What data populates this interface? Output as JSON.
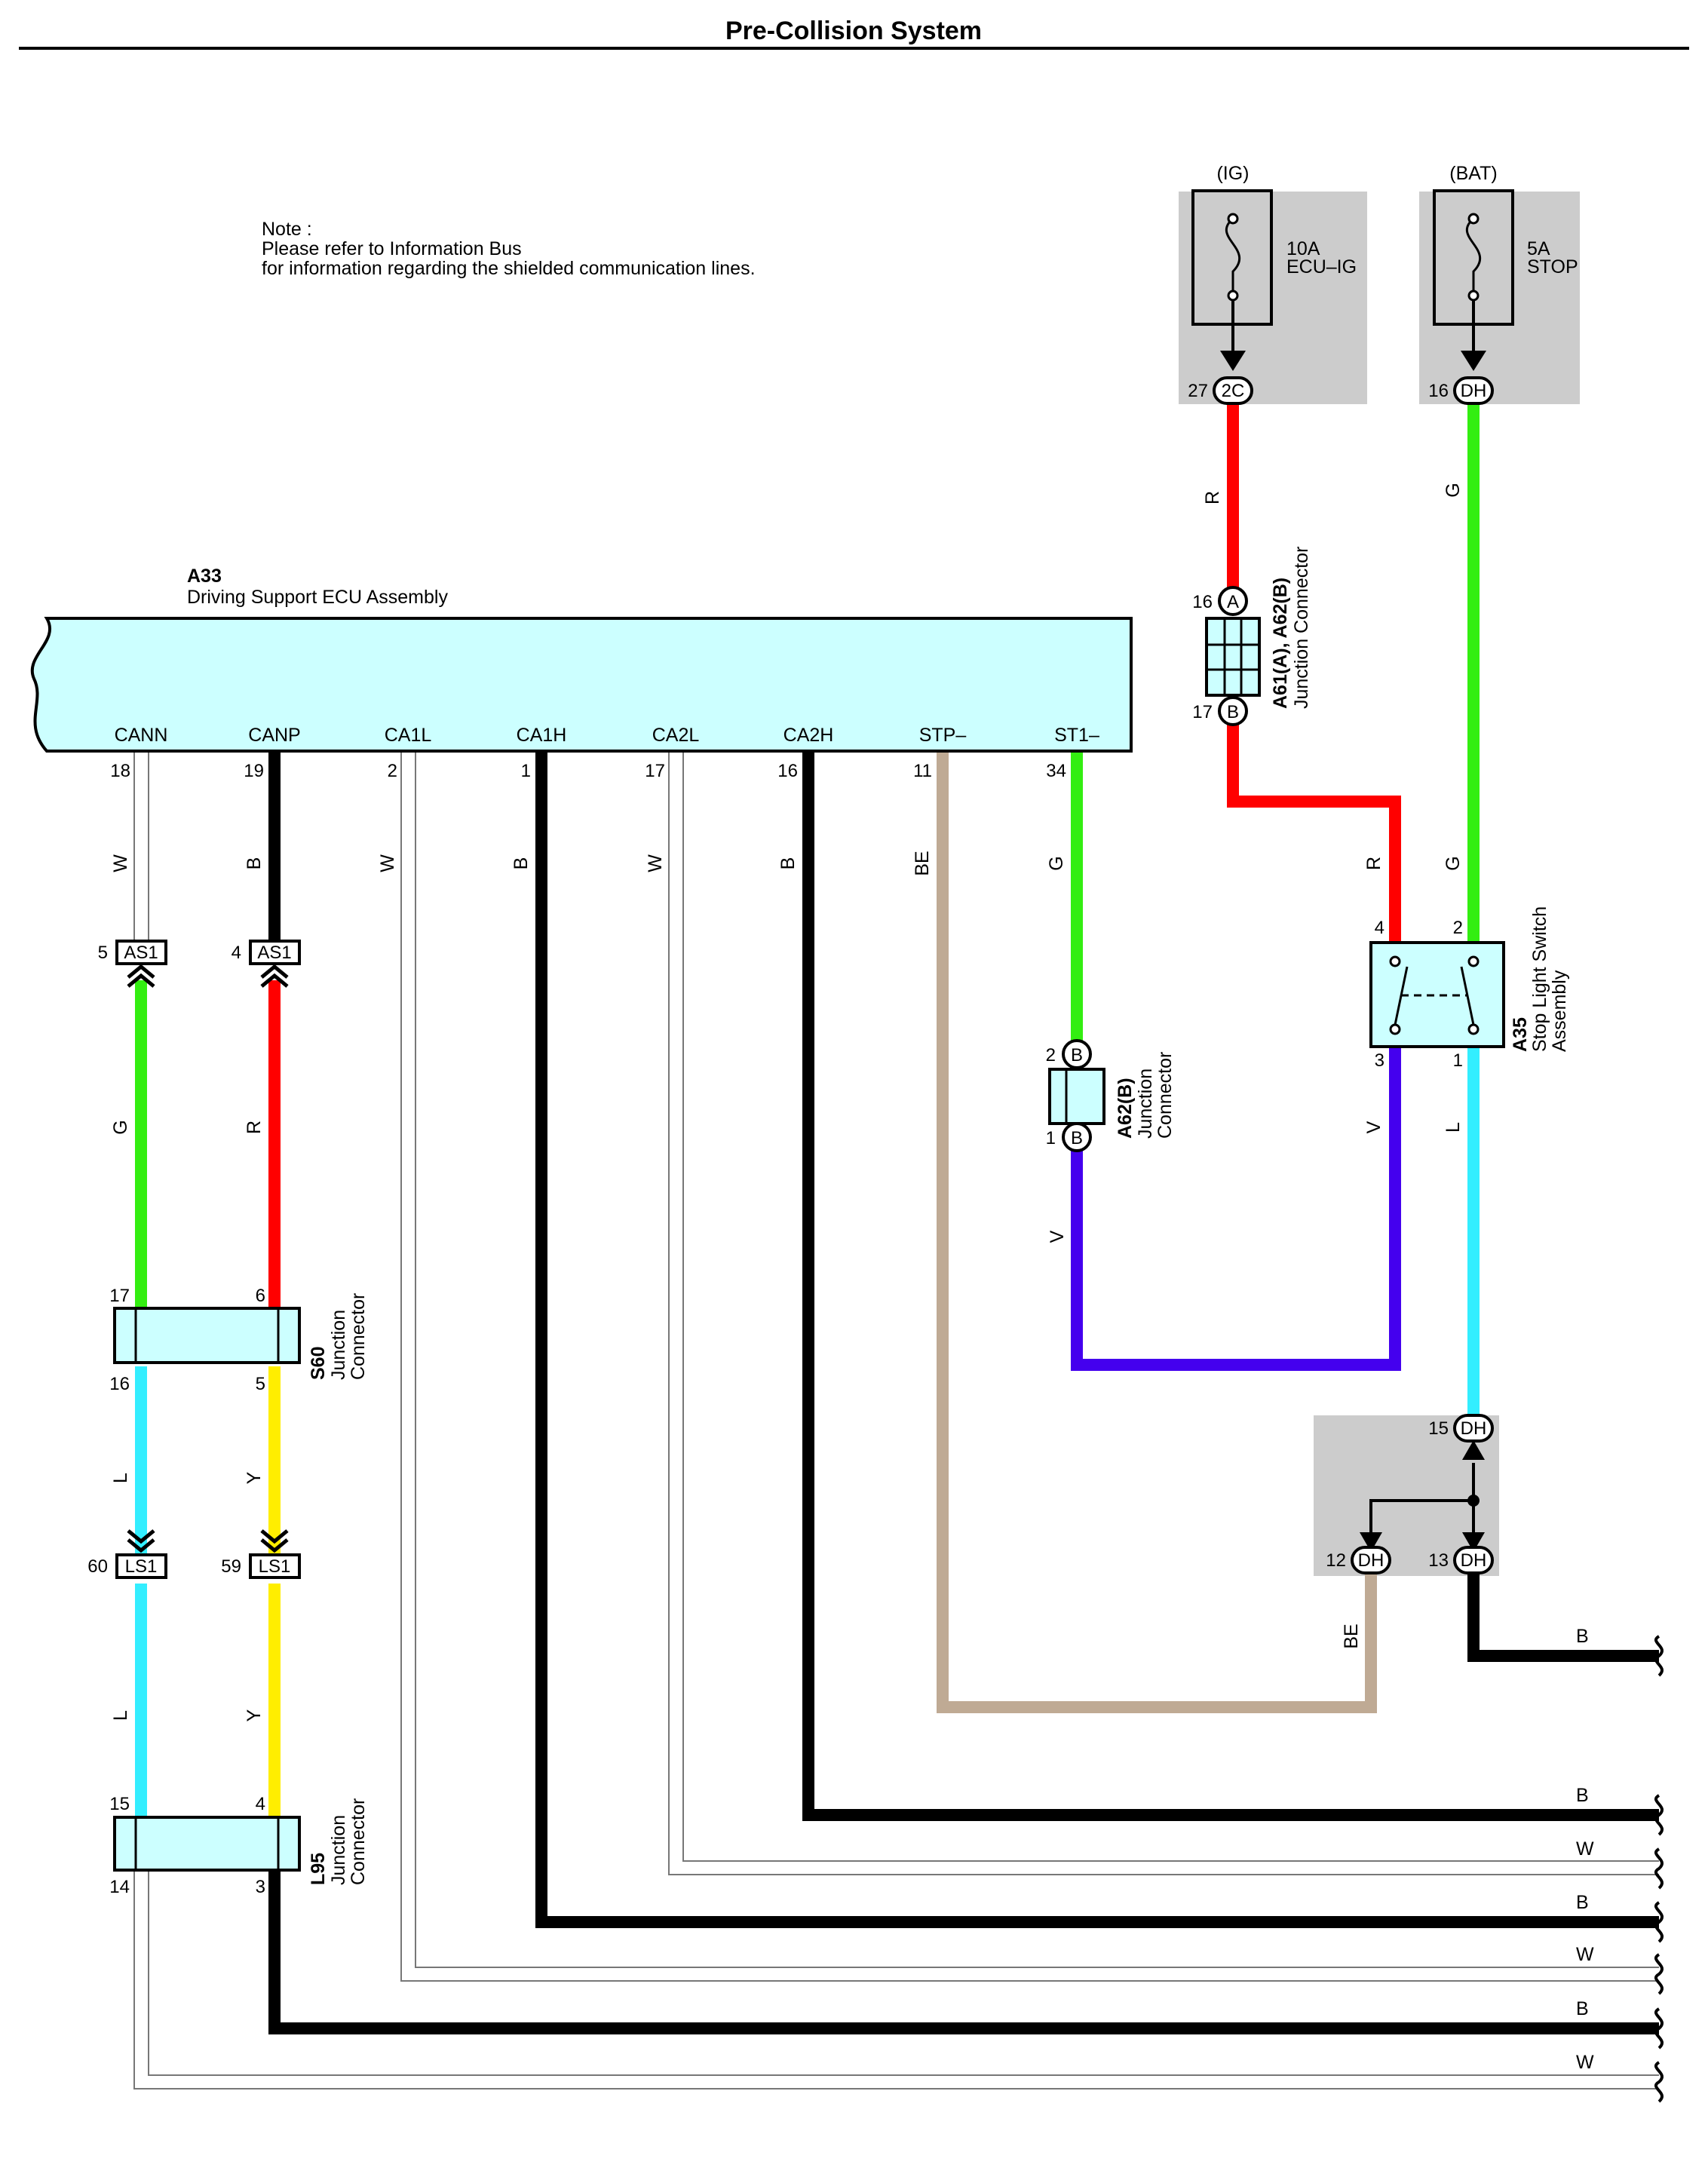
{
  "title": "Pre-Collision System",
  "note": {
    "heading": "Note :",
    "line1": "Please refer to Information Bus",
    "line2": "for information regarding the shielded communication lines."
  },
  "ecu": {
    "code": "A33",
    "name": "Driving Support ECU Assembly",
    "terminals": [
      {
        "name": "CANN",
        "pin": "18",
        "wire": "W"
      },
      {
        "name": "CANP",
        "pin": "19",
        "wire": "B"
      },
      {
        "name": "CA1L",
        "pin": "2",
        "wire": "W"
      },
      {
        "name": "CA1H",
        "pin": "1",
        "wire": "B"
      },
      {
        "name": "CA2L",
        "pin": "17",
        "wire": "W"
      },
      {
        "name": "CA2H",
        "pin": "16",
        "wire": "B"
      },
      {
        "name": "STP–",
        "pin": "11",
        "wire": "BE"
      },
      {
        "name": "ST1–",
        "pin": "34",
        "wire": "G"
      }
    ]
  },
  "fuses": {
    "ig": {
      "source": "(IG)",
      "rating": "10A",
      "name": "ECU–IG",
      "pin": "27",
      "conn": "2C",
      "wire": "R"
    },
    "bat": {
      "source": "(BAT)",
      "rating": "5A",
      "name": "STOP",
      "pin": "16",
      "conn": "DH",
      "wire": "G"
    }
  },
  "junction_a61": {
    "code": "A61(A), A62(B)",
    "name": "Junction Connector",
    "top_pin": "16",
    "top_conn": "A",
    "bot_pin": "17",
    "bot_conn": "B"
  },
  "junction_a62": {
    "code": "A62(B)",
    "name_line1": "Junction",
    "name_line2": "Connector",
    "top_pin": "2",
    "top_conn": "B",
    "bot_pin": "1",
    "bot_conn": "B",
    "wire_out": "V"
  },
  "stop_switch": {
    "code": "A35",
    "name_line1": "Stop Light Switch",
    "name_line2": "Assembly",
    "pin4": "4",
    "pin2": "2",
    "pin3": "3",
    "pin1": "1",
    "wire_r": "R",
    "wire_g": "G",
    "wire_v": "V",
    "wire_l": "L"
  },
  "junction_block": {
    "pin15": "15",
    "pin12": "12",
    "pin13": "13",
    "conn": "DH",
    "wire_be": "BE"
  },
  "as1": {
    "conn": "AS1",
    "pin_left": "5",
    "pin_right": "4",
    "wire_left": "G",
    "wire_right": "R"
  },
  "s60": {
    "code": "S60",
    "name_line1": "Junction",
    "name_line2": "Connector",
    "pin17": "17",
    "pin6": "6",
    "pin16": "16",
    "pin5": "5",
    "wire_left": "L",
    "wire_right": "Y"
  },
  "ls1": {
    "conn": "LS1",
    "pin_left": "60",
    "pin_right": "59",
    "wire_left": "L",
    "wire_right": "Y"
  },
  "l95": {
    "code": "L95",
    "name_line1": "Junction",
    "name_line2": "Connector",
    "pin15": "15",
    "pin4": "4",
    "pin14": "14",
    "pin3": "3"
  },
  "right_labels": [
    "B",
    "B",
    "W",
    "B",
    "W",
    "B",
    "W"
  ],
  "colors": {
    "W": "#ffffff",
    "B": "#000000",
    "R": "#ff0000",
    "G": "#33ee11",
    "L": "#33eeff",
    "Y": "#ffee00",
    "V": "#4400ee",
    "BE": "#bfaa94",
    "box_fill": "#ccffff",
    "fuse_bg": "#cccccc"
  }
}
